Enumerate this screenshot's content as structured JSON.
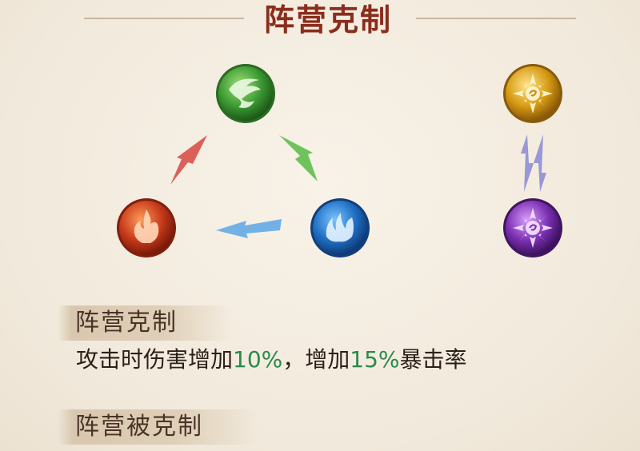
{
  "title": "阵营克制",
  "emblems": {
    "wind": "wind-emblem",
    "water": "water-emblem",
    "fire": "fire-emblem",
    "light": "light-emblem",
    "dark": "dark-emblem"
  },
  "colors": {
    "wind": "#3c9a32",
    "water": "#1f6fc4",
    "fire": "#c63a1a",
    "light": "#d69a14",
    "dark": "#7a2fb0",
    "highlight": "#2a8a4a",
    "title": "#8a2d1c"
  },
  "sections": {
    "counter_label": "阵营克制",
    "counter_desc_part1": "攻击时伤害增加",
    "counter_desc_value1": "10%",
    "counter_desc_part2": "，增加",
    "counter_desc_value2": "15%",
    "counter_desc_part3": "暴击率",
    "countered_label": "阵营被克制"
  }
}
